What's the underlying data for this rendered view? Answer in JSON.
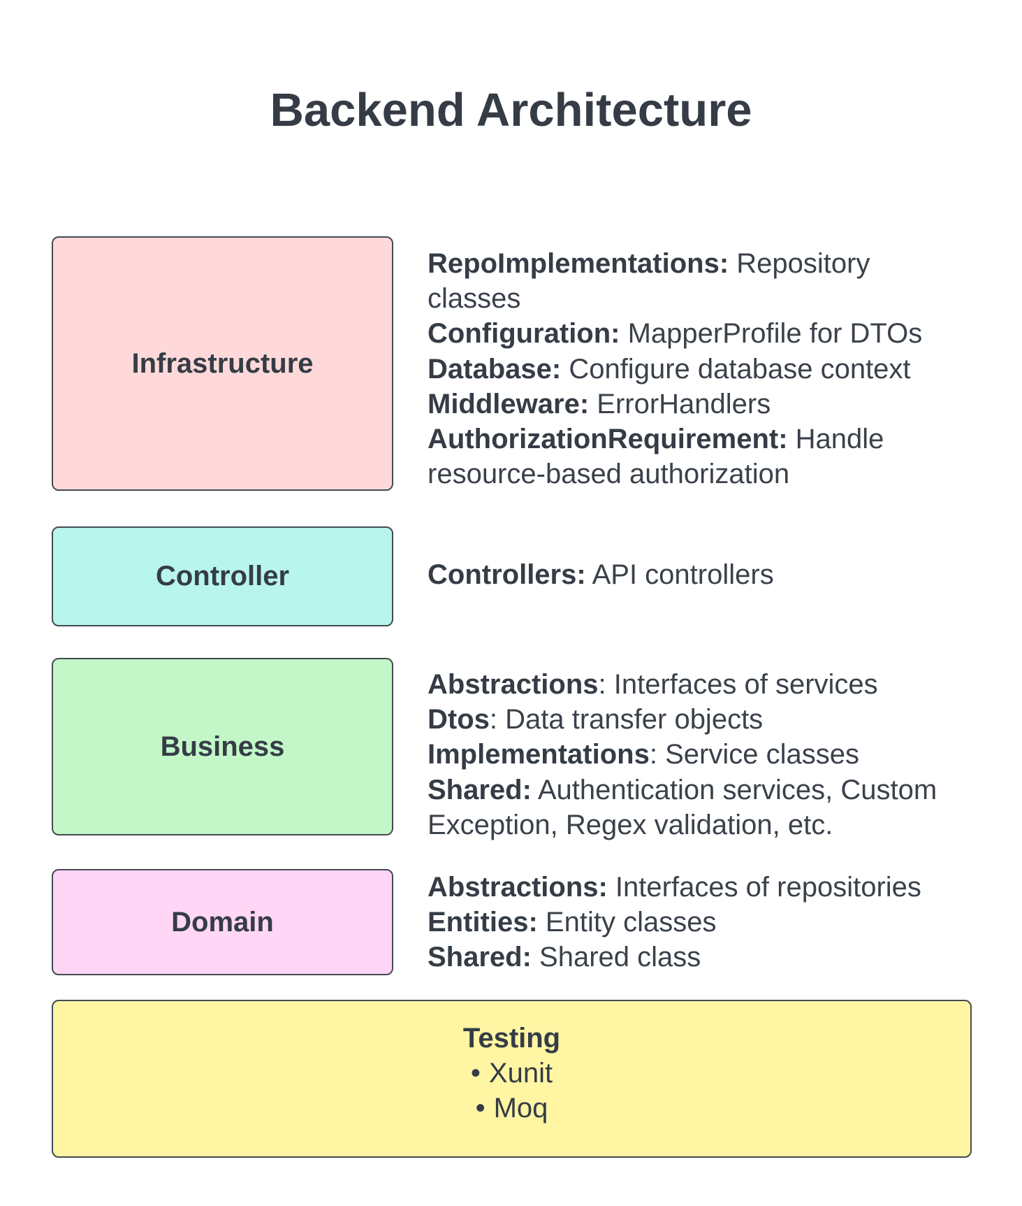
{
  "title": "Backend Architecture",
  "layers": [
    {
      "name": "Infrastructure",
      "color": "#ffd9d9",
      "items": [
        {
          "key": "RepoImplementations:",
          "text": " Repository classes"
        },
        {
          "key": "Configuration:",
          "text": " MapperProfile for DTOs"
        },
        {
          "key": "Database:",
          "text": " Configure database context"
        },
        {
          "key": "Middleware:",
          "text": " ErrorHandlers"
        },
        {
          "key": "AuthorizationRequirement:",
          "text": " Handle resource-based authorization"
        }
      ]
    },
    {
      "name": "Controller",
      "color": "#b8f5ec",
      "items": [
        {
          "key": "Controllers:",
          "text": " API controllers"
        }
      ]
    },
    {
      "name": "Business",
      "color": "#c3f7c8",
      "items": [
        {
          "key": "Abstractions",
          "text": ": Interfaces of services"
        },
        {
          "key": "Dtos",
          "text": ": Data transfer objects"
        },
        {
          "key": "Implementations",
          "text": ": Service classes"
        },
        {
          "key": "Shared:",
          "text": " Authentication services, Custom Exception, Regex validation, etc."
        }
      ]
    },
    {
      "name": "Domain",
      "color": "#ffd6f6",
      "items": [
        {
          "key": "Abstractions:",
          "text": " Interfaces of repositories"
        },
        {
          "key": "Entities:",
          "text": " Entity classes"
        },
        {
          "key": "Shared:",
          "text": " Shared class"
        }
      ]
    }
  ],
  "testing": {
    "title": "Testing",
    "color": "#fff5a3",
    "bullet": "•",
    "items": [
      "Xunit",
      "Moq"
    ]
  }
}
